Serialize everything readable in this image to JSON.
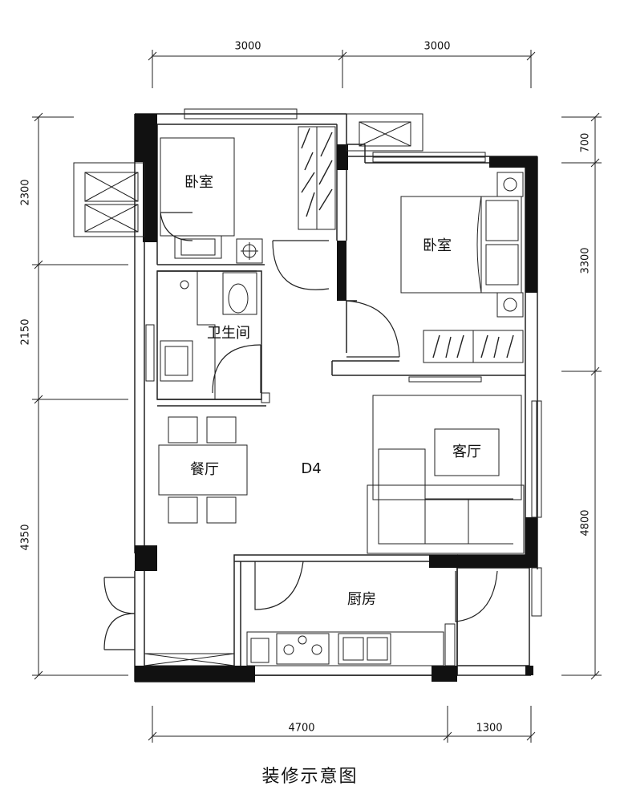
{
  "plan": {
    "code": "D4",
    "caption": "装修示意图",
    "rooms": {
      "bedroom_1": "卧室",
      "bedroom_2": "卧室",
      "bathroom": "卫生间",
      "dining": "餐厅",
      "living": "客厅",
      "kitchen": "厨房"
    },
    "dimensions": {
      "top": [
        "3000",
        "3000"
      ],
      "bottom": [
        "4700",
        "1300"
      ],
      "left": [
        "2300",
        "2150",
        "4350"
      ],
      "right": [
        "700",
        "3300",
        "4800"
      ]
    }
  },
  "colors": {
    "wall": "#111111",
    "line": "#222222",
    "background": "#ffffff"
  }
}
